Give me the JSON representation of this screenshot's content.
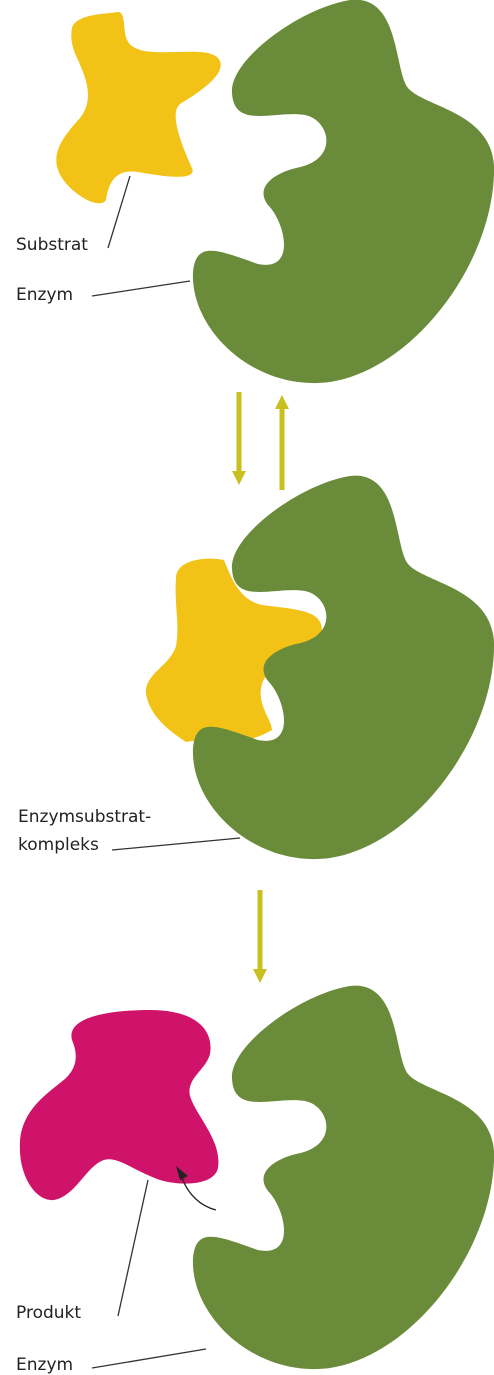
{
  "colors": {
    "enzyme": "#6a8c3a",
    "substrate": "#f2c316",
    "product": "#d0136a",
    "arrow": "#c9bf1f",
    "label_text": "#222222",
    "leader_line": "#333333"
  },
  "stage1": {
    "substrate_label": "Substrat",
    "enzyme_label": "Enzym"
  },
  "stage2": {
    "complex_label_line1": "Enzymsubstrat-",
    "complex_label_line2": "kompleks"
  },
  "stage3": {
    "product_label": "Produkt",
    "enzyme_label": "Enzym"
  }
}
